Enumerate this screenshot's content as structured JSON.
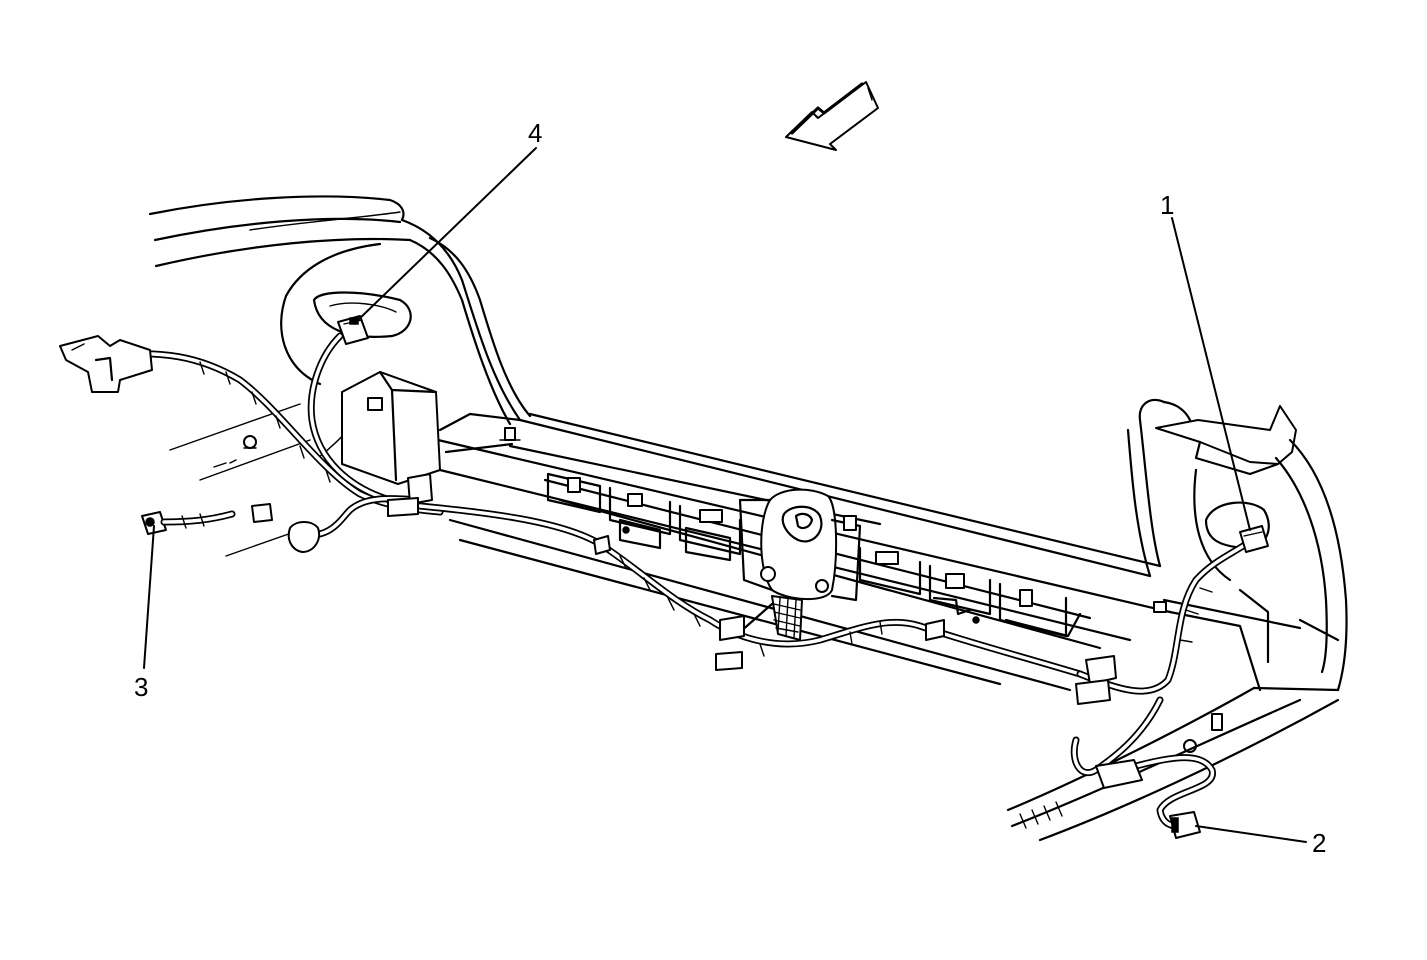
{
  "callouts": [
    {
      "id": "1",
      "label": "1"
    },
    {
      "id": "2",
      "label": "2"
    },
    {
      "id": "3",
      "label": "3"
    },
    {
      "id": "4",
      "label": "4"
    }
  ],
  "colors": {
    "ink": "#000000",
    "paper": "#ffffff"
  },
  "icons": {
    "direction": "forward-arrow-icon"
  }
}
